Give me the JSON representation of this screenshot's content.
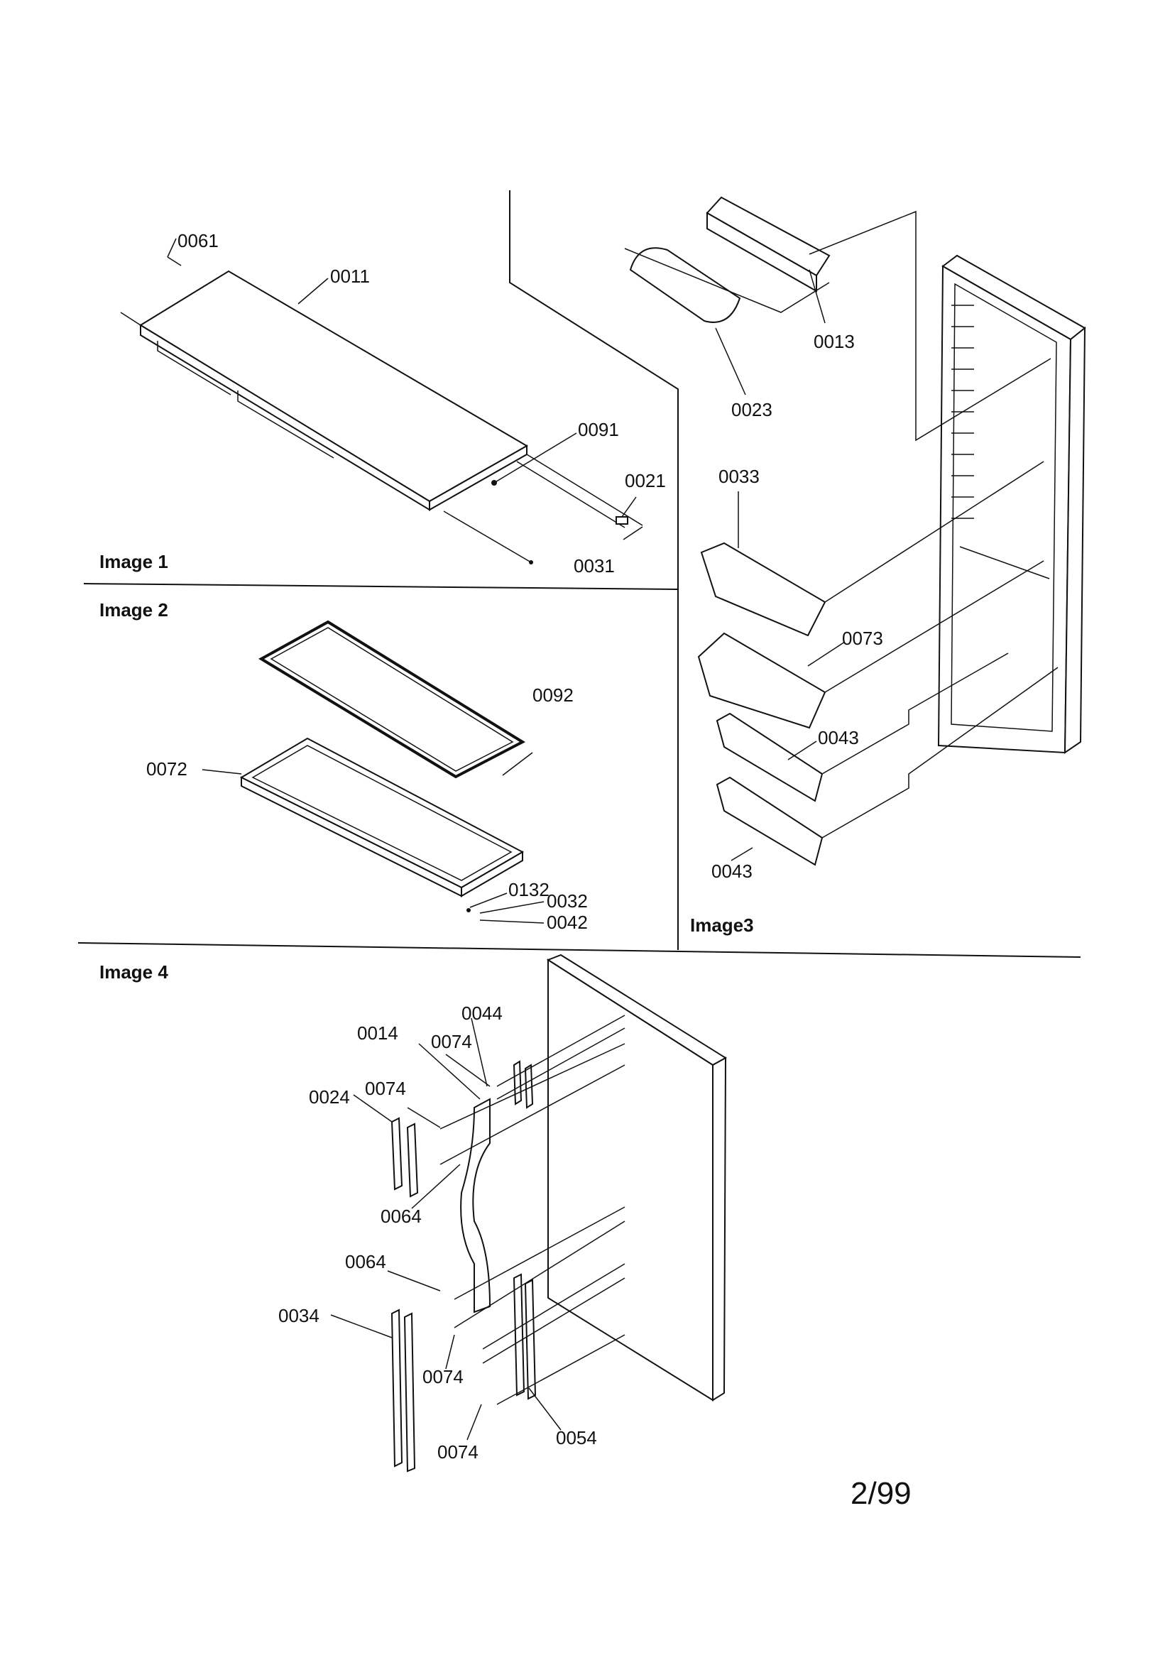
{
  "sections": {
    "image1": "Image 1",
    "image2": "Image 2",
    "image3": "Image3",
    "image4": "Image 4"
  },
  "callouts": {
    "c0061": "0061",
    "c0011": "0011",
    "c0091": "0091",
    "c0021": "0021",
    "c0031": "0031",
    "c0013": "0013",
    "c0023": "0023",
    "c0033": "0033",
    "c0073": "0073",
    "c0043a": "0043",
    "c0043b": "0043",
    "c0092": "0092",
    "c0072": "0072",
    "c0132": "0132",
    "c0032": "0032",
    "c0042": "0042",
    "c0044": "0044",
    "c0014": "0014",
    "c0074a": "0074",
    "c0074b": "0074",
    "c0024": "0024",
    "c0064a": "0064",
    "c0064b": "0064",
    "c0034": "0034",
    "c0074c": "0074",
    "c0074d": "0074",
    "c0054": "0054"
  },
  "page_number": "2/99"
}
